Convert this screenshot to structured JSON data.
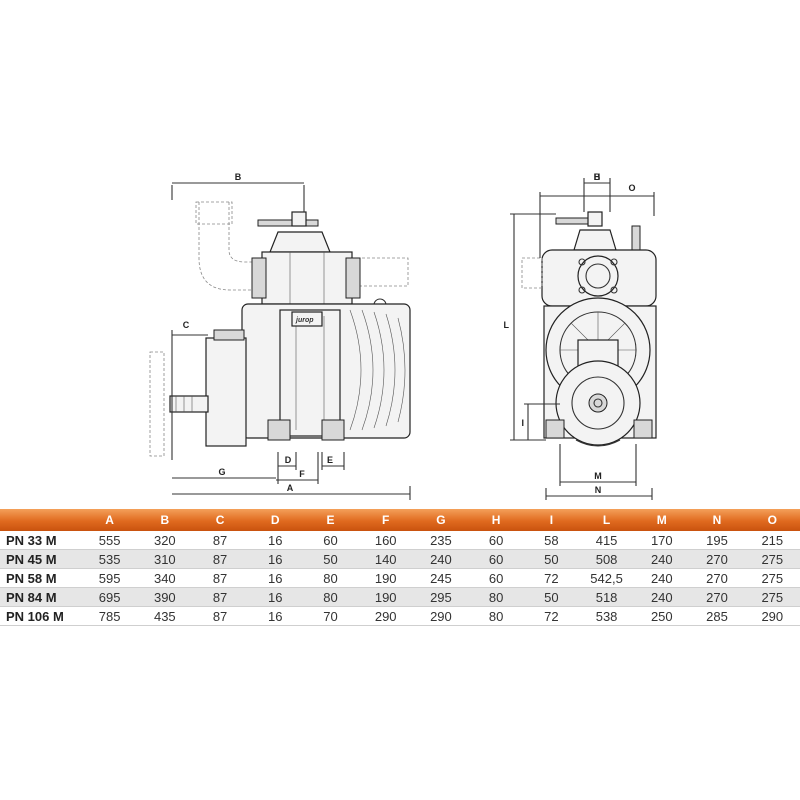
{
  "drawing": {
    "side_view_labels": [
      "B",
      "C",
      "G",
      "D",
      "F",
      "E",
      "A"
    ],
    "front_view_labels": [
      "H",
      "O",
      "L",
      "I",
      "M",
      "N"
    ],
    "brand_mark": "jurop"
  },
  "table": {
    "columns": [
      "",
      "A",
      "B",
      "C",
      "D",
      "E",
      "F",
      "G",
      "H",
      "I",
      "L",
      "M",
      "N",
      "O"
    ],
    "rows": [
      [
        "PN 33 M",
        "555",
        "320",
        "87",
        "16",
        "60",
        "160",
        "235",
        "60",
        "58",
        "415",
        "170",
        "195",
        "215"
      ],
      [
        "PN 45 M",
        "535",
        "310",
        "87",
        "16",
        "50",
        "140",
        "240",
        "60",
        "50",
        "508",
        "240",
        "270",
        "275"
      ],
      [
        "PN 58 M",
        "595",
        "340",
        "87",
        "16",
        "80",
        "190",
        "245",
        "60",
        "72",
        "542,5",
        "240",
        "270",
        "275"
      ],
      [
        "PN 84 M",
        "695",
        "390",
        "87",
        "16",
        "80",
        "190",
        "295",
        "80",
        "50",
        "518",
        "240",
        "270",
        "275"
      ],
      [
        "PN 106 M",
        "785",
        "435",
        "87",
        "16",
        "70",
        "290",
        "290",
        "80",
        "72",
        "538",
        "250",
        "285",
        "290"
      ]
    ]
  }
}
